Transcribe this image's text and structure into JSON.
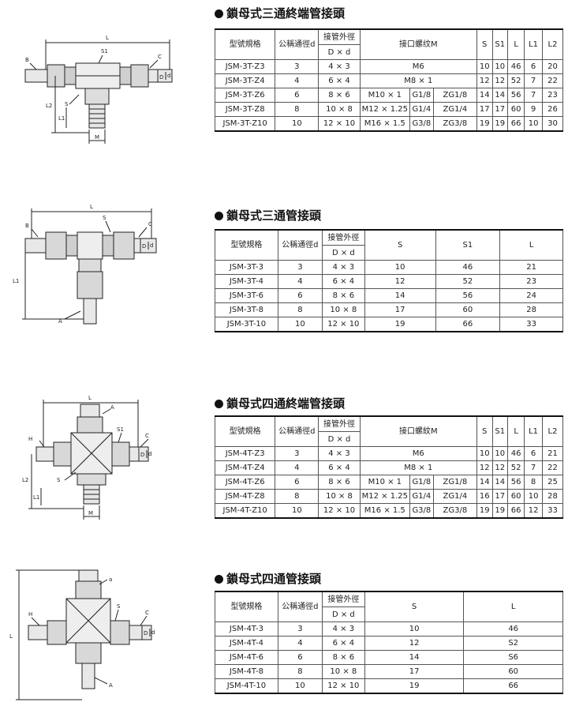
{
  "sections": [
    {
      "title": "鎖母式三通終端管接頭",
      "headers": {
        "model": "型號規格",
        "bore": "公稱通徑d",
        "tube_top": "接管外徑",
        "tube_bottom": "D × d",
        "thread": "接口螺纹M",
        "s": "S",
        "s1": "S1",
        "l": "L",
        "l1": "L1",
        "l2": "L2"
      },
      "rows": [
        {
          "model": "JSM-3T-Z3",
          "d": "3",
          "dxd": "4 × 3",
          "m": "M6",
          "g": "",
          "zg": "",
          "s": "10",
          "s1": "10",
          "l": "46",
          "l1": "6",
          "l2": "20"
        },
        {
          "model": "JSM-3T-Z4",
          "d": "4",
          "dxd": "6 × 4",
          "m": "M8 × 1",
          "g": "",
          "zg": "",
          "s": "12",
          "s1": "12",
          "l": "52",
          "l1": "7",
          "l2": "22"
        },
        {
          "model": "JSM-3T-Z6",
          "d": "6",
          "dxd": "8 × 6",
          "m": "M10 × 1",
          "g": "G1/8",
          "zg": "ZG1/8",
          "s": "14",
          "s1": "14",
          "l": "56",
          "l1": "7",
          "l2": "23"
        },
        {
          "model": "JSM-3T-Z8",
          "d": "8",
          "dxd": "10 × 8",
          "m": "M12 × 1.25",
          "g": "G1/4",
          "zg": "ZG1/4",
          "s": "17",
          "s1": "17",
          "l": "60",
          "l1": "9",
          "l2": "26"
        },
        {
          "model": "JSM-3T-Z10",
          "d": "10",
          "dxd": "12 × 10",
          "m": "M16 × 1.5",
          "g": "G3/8",
          "zg": "ZG3/8",
          "s": "19",
          "s1": "19",
          "l": "66",
          "l1": "10",
          "l2": "30"
        }
      ],
      "labels": {
        "L": "L",
        "S1": "S1",
        "B": "B",
        "C": "C",
        "S": "S",
        "L2": "L2",
        "L1": "L1",
        "M": "M",
        "D": "D",
        "d": "d"
      }
    },
    {
      "title": "鎖母式三通管接頭",
      "headers": {
        "model": "型號規格",
        "bore": "公稱通徑d",
        "tube_top": "接管外徑",
        "tube_bottom": "D × d",
        "s": "S",
        "s1": "S1",
        "l": "L"
      },
      "rows": [
        {
          "model": "JSM-3T-3",
          "d": "3",
          "dxd": "4 × 3",
          "s": "10",
          "s1": "46",
          "l": "21"
        },
        {
          "model": "JSM-3T-4",
          "d": "4",
          "dxd": "6 × 4",
          "s": "12",
          "s1": "52",
          "l": "23"
        },
        {
          "model": "JSM-3T-6",
          "d": "6",
          "dxd": "8 × 6",
          "s": "14",
          "s1": "56",
          "l": "24"
        },
        {
          "model": "JSM-3T-8",
          "d": "8",
          "dxd": "10 × 8",
          "s": "17",
          "s1": "60",
          "l": "28"
        },
        {
          "model": "JSM-3T-10",
          "d": "10",
          "dxd": "12 × 10",
          "s": "19",
          "s1": "66",
          "l": "33"
        }
      ],
      "labels": {
        "L": "L",
        "S": "S",
        "B": "B",
        "C": "C",
        "L1": "L1",
        "A": "A",
        "D": "D",
        "d": "d"
      }
    },
    {
      "title": "鎖母式四通終端管接頭",
      "headers": {
        "model": "型號規格",
        "bore": "公稱通徑d",
        "tube_top": "接管外徑",
        "tube_bottom": "D × d",
        "thread": "接口螺紋M",
        "s": "S",
        "s1": "S1",
        "l": "L",
        "l1": "L1",
        "l2": "L2"
      },
      "rows": [
        {
          "model": "JSM-4T-Z3",
          "d": "3",
          "dxd": "4 × 3",
          "m": "M6",
          "g": "",
          "zg": "",
          "s": "10",
          "s1": "10",
          "l": "46",
          "l1": "6",
          "l2": "21"
        },
        {
          "model": "JSM-4T-Z4",
          "d": "4",
          "dxd": "6 × 4",
          "m": "M8 × 1",
          "g": "",
          "zg": "",
          "s": "12",
          "s1": "12",
          "l": "52",
          "l1": "7",
          "l2": "22"
        },
        {
          "model": "JSM-4T-Z6",
          "d": "6",
          "dxd": "8 × 6",
          "m": "M10 × 1",
          "g": "G1/8",
          "zg": "ZG1/8",
          "s": "14",
          "s1": "14",
          "l": "56",
          "l1": "8",
          "l2": "25"
        },
        {
          "model": "JSM-4T-Z8",
          "d": "8",
          "dxd": "10 × 8",
          "m": "M12 × 1.25",
          "g": "G1/4",
          "zg": "ZG1/4",
          "s": "16",
          "s1": "17",
          "l": "60",
          "l1": "10",
          "l2": "28"
        },
        {
          "model": "JSM-4T-Z10",
          "d": "10",
          "dxd": "12 × 10",
          "m": "M16 × 1.5",
          "g": "G3/8",
          "zg": "ZG3/8",
          "s": "19",
          "s1": "19",
          "l": "66",
          "l1": "12",
          "l2": "33"
        }
      ],
      "labels": {
        "L": "L",
        "A": "A",
        "S1": "S1",
        "H": "H",
        "C": "C",
        "S": "S",
        "L1": "L1",
        "L2": "L2",
        "M": "M",
        "D": "D",
        "d": "d"
      }
    },
    {
      "title": "鎖母式四通管接頭",
      "headers": {
        "model": "型號規格",
        "bore": "公稱通徑d",
        "tube_top": "接管外徑",
        "tube_bottom": "D × d",
        "s": "S",
        "l": "L"
      },
      "rows": [
        {
          "model": "JSM-4T-3",
          "d": "3",
          "dxd": "4 × 3",
          "s": "10",
          "l": "46"
        },
        {
          "model": "JSM-4T-4",
          "d": "4",
          "dxd": "6 × 4",
          "s": "12",
          "l": "S2"
        },
        {
          "model": "JSM-4T-6",
          "d": "6",
          "dxd": "8 × 6",
          "s": "14",
          "l": "S6"
        },
        {
          "model": "JSM-4T-8",
          "d": "8",
          "dxd": "10 × 8",
          "s": "17",
          "l": "60"
        },
        {
          "model": "JSM-4T-10",
          "d": "10",
          "dxd": "12 × 10",
          "s": "19",
          "l": "66"
        }
      ],
      "labels": {
        "a": "a",
        "H": "H",
        "S": "S",
        "C": "C",
        "L": "L",
        "A": "A",
        "D": "D",
        "d": "d"
      }
    }
  ]
}
